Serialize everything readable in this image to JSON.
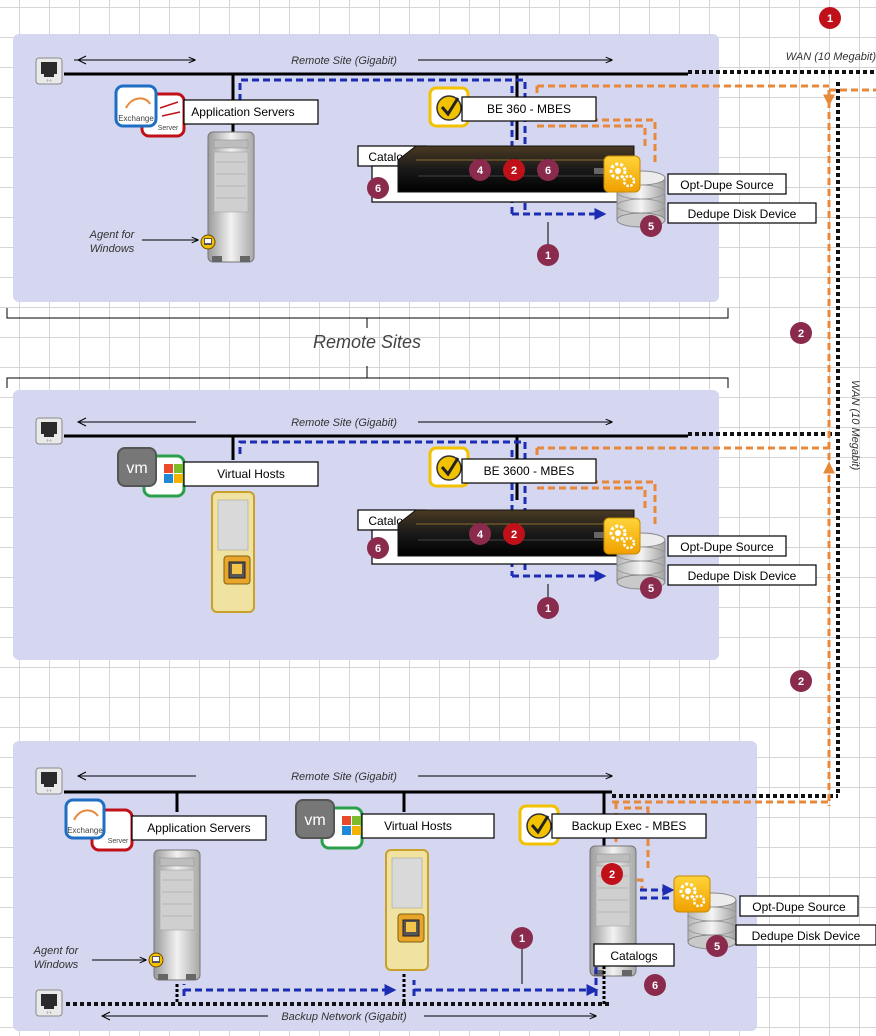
{
  "colors": {
    "panel": "#d5d6ef",
    "blue_flow": "#1c2db4",
    "orange_flow": "#e8883a",
    "badge_red": "#c0111a",
    "badge_purple": "#8a2a4c",
    "symantec_yellow": "#f2c200"
  },
  "top_badge": "1",
  "wan_top_label": "WAN (10 Megabit)",
  "wan_side_label": "WAN (10 Megabit)",
  "wan_badges": [
    "2",
    "2"
  ],
  "remote_sites_label": "Remote Sites",
  "site1": {
    "network_label": "Remote Site (Gigabit)",
    "servers_label": "Application Servers",
    "agent_label_1": "Agent for",
    "agent_label_2": "Windows",
    "mbes_label": "BE 360 - MBES",
    "catalogs_label": "Catalogs",
    "optdupe_label": "Opt-Dupe Source",
    "dedupe_label": "Dedupe Disk Device",
    "exchange_label": "Exchange",
    "sql_label": "Server",
    "badges": {
      "b4": "4",
      "b2": "2",
      "b6a": "6",
      "b6b": "6",
      "b5": "5",
      "b1": "1"
    }
  },
  "site2": {
    "network_label": "Remote Site (Gigabit)",
    "servers_label": "Virtual Hosts",
    "vm_label": "vm",
    "mbes_label": "BE 3600 - MBES",
    "catalogs_label": "Catalogs",
    "optdupe_label": "Opt-Dupe Source",
    "dedupe_label": "Dedupe Disk Device",
    "badges": {
      "b4": "4",
      "b2": "2",
      "b6": "6",
      "b5": "5",
      "b1": "1"
    }
  },
  "site3": {
    "network_label": "Remote Site (Gigabit)",
    "servers_label": "Application Servers",
    "vhosts_label": "Virtual Hosts",
    "vm_label": "vm",
    "mbes_label": "Backup Exec - MBES",
    "catalogs_label": "Catalogs",
    "optdupe_label": "Opt-Dupe Source",
    "dedupe_label": "Dedupe Disk Device",
    "agent_label_1": "Agent for",
    "agent_label_2": "Windows",
    "backup_network_label": "Backup Network (Gigabit)",
    "exchange_label": "Exchange",
    "sql_label": "Server",
    "badges": {
      "b2": "2",
      "b1": "1",
      "b5": "5",
      "b6": "6"
    }
  }
}
